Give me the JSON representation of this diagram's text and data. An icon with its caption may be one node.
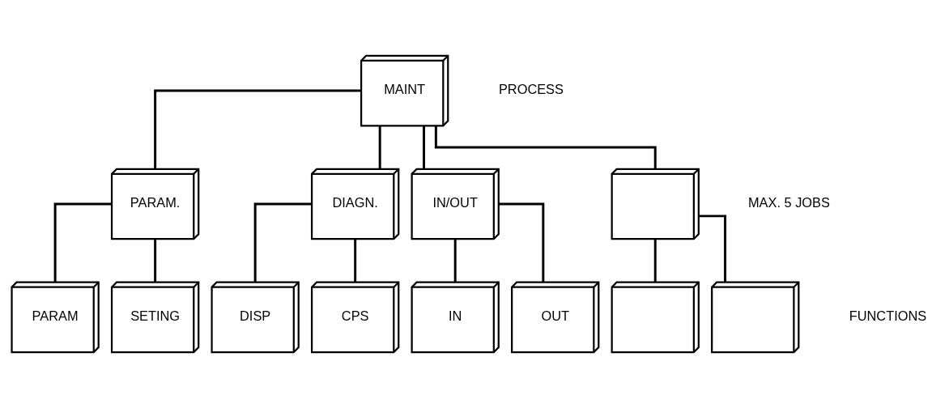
{
  "diagram": {
    "nodes": [
      {
        "text": [
          "MAINT"
        ]
      },
      {
        "text": [
          "PARAM."
        ]
      },
      {
        "text": [
          "DIAGN."
        ]
      },
      {
        "text": [
          "IN/OUT"
        ]
      },
      {
        "text": [],
        "shape": "box"
      },
      {
        "text": [
          "PARAM"
        ]
      },
      {
        "text": [
          "SETING"
        ]
      },
      {
        "text": [
          "DISP"
        ]
      },
      {
        "text": [
          "CPS"
        ]
      },
      {
        "text": [
          "IN"
        ]
      },
      {
        "text": [
          "OUT"
        ]
      },
      {
        "text": [],
        "shape": "box"
      },
      {
        "text": [],
        "shape": "box"
      }
    ],
    "edges": [
      {
        "from": 0,
        "to": 1,
        "arrow": "none"
      },
      {
        "from": 0,
        "to": 2,
        "arrow": "none"
      },
      {
        "from": 0,
        "to": 3,
        "arrow": "none"
      },
      {
        "from": 0,
        "to": 4,
        "arrow": "none"
      },
      {
        "from": 1,
        "to": 5,
        "arrow": "none"
      },
      {
        "from": 1,
        "to": 6,
        "arrow": "none"
      },
      {
        "from": 2,
        "to": 7,
        "arrow": "none"
      },
      {
        "from": 2,
        "to": 8,
        "arrow": "none"
      },
      {
        "from": 3,
        "to": 9,
        "arrow": "none"
      },
      {
        "from": 3,
        "to": 10,
        "arrow": "none"
      },
      {
        "from": 4,
        "to": 11,
        "arrow": "none"
      },
      {
        "from": 4,
        "to": 12,
        "arrow": "none"
      }
    ],
    "labels": [
      "PROCESS",
      "MAX. 5 JOBS",
      "FUNCTIONS"
    ]
  }
}
